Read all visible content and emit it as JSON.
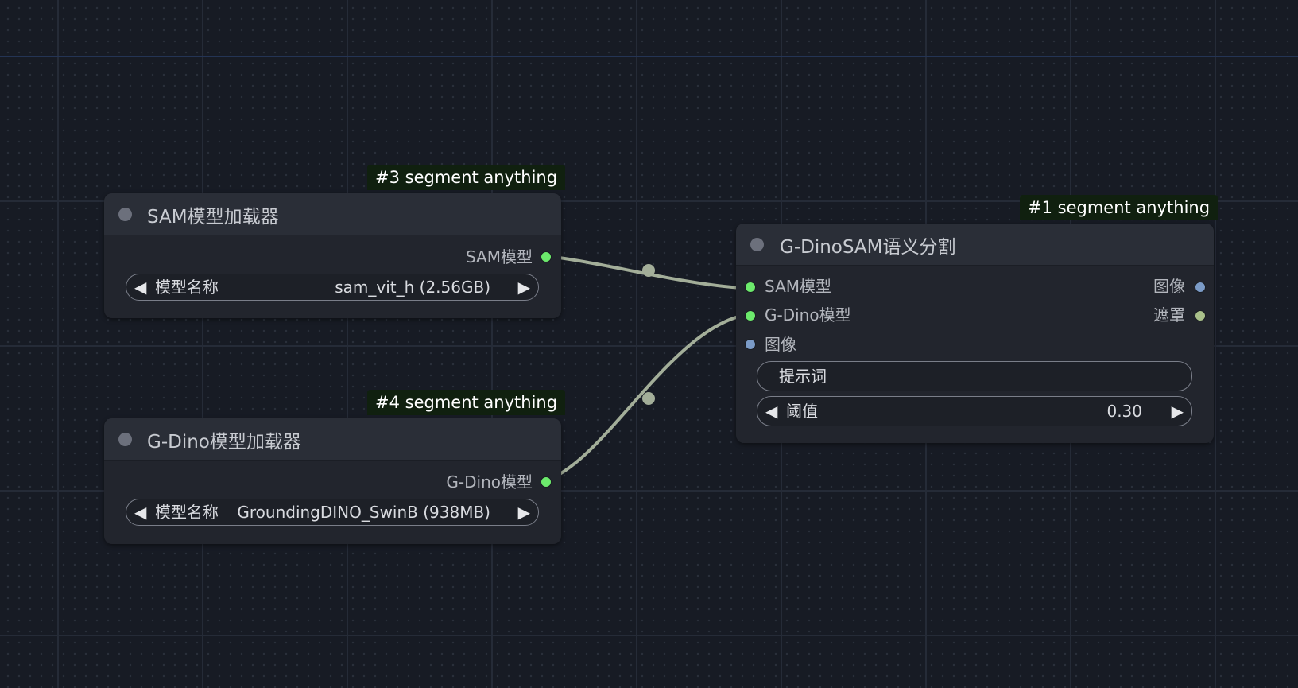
{
  "app": {
    "title": "ComfyUI node graph"
  },
  "colors": {
    "canvas_bg": "#171b24",
    "node_bg": "#22252d",
    "node_header": "#2a2e37",
    "badge_bg": "#10200f",
    "link": "#a3ae99",
    "slot_green": "#6cea6c",
    "slot_blue": "#7b9bc7",
    "slot_olive": "#a9c08a"
  },
  "nodes": {
    "sam_loader": {
      "badge": "#3 segment anything",
      "title": "SAM模型加载器",
      "output_label": "SAM模型",
      "widget": {
        "label": "模型名称",
        "value": "sam_vit_h (2.56GB)"
      }
    },
    "gdino_loader": {
      "badge": "#4 segment anything",
      "title": "G-Dino模型加载器",
      "output_label": "G-Dino模型",
      "widget": {
        "label": "模型名称",
        "value": "GroundingDINO_SwinB (938MB)"
      }
    },
    "gdinosam": {
      "badge": "#1 segment anything",
      "title": "G-DinoSAM语义分割",
      "inputs": [
        "SAM模型",
        "G-Dino模型",
        "图像"
      ],
      "outputs": [
        "图像",
        "遮罩"
      ],
      "prompt_widget": {
        "label": "提示词"
      },
      "threshold_widget": {
        "label": "阈值",
        "value": "0.30"
      }
    }
  },
  "icons": {
    "left_arrow": "◀",
    "right_arrow": "▶"
  }
}
